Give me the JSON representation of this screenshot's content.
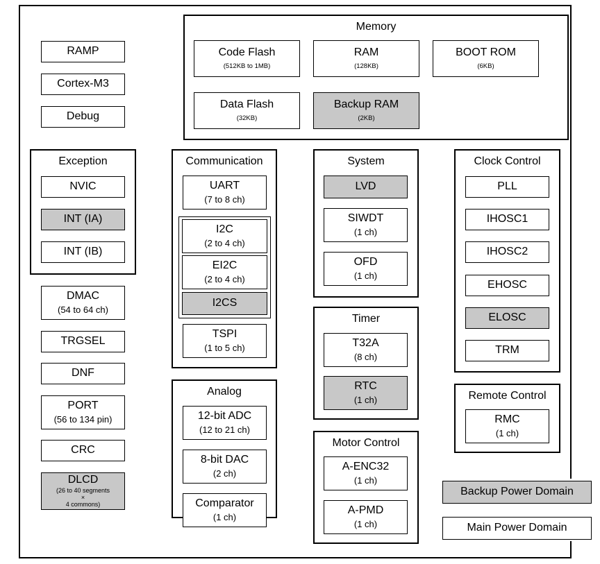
{
  "memory": {
    "title": "Memory",
    "code_flash": {
      "name": "Code Flash",
      "size": "(512KB to 1MB)"
    },
    "ram": {
      "name": "RAM",
      "size": "(128KB)"
    },
    "boot_rom": {
      "name": "BOOT ROM",
      "size": "(6KB)"
    },
    "data_flash": {
      "name": "Data Flash",
      "size": "(32KB)"
    },
    "backup_ram": {
      "name": "Backup RAM",
      "size": "(2KB)"
    }
  },
  "core": {
    "ramp": "RAMP",
    "cortex": "Cortex-M3",
    "debug": "Debug"
  },
  "exception": {
    "title": "Exception",
    "nvic": "NVIC",
    "int_ia": "INT (IA)",
    "int_ib": "INT (IB)"
  },
  "left_blocks": {
    "dmac": {
      "name": "DMAC",
      "detail": "(54 to 64 ch)"
    },
    "trgsel": "TRGSEL",
    "dnf": "DNF",
    "port": {
      "name": "PORT",
      "detail": "(56 to 134 pin)"
    },
    "crc": "CRC",
    "dlcd": {
      "name": "DLCD",
      "detail_1": "(26 to 40 segments",
      "detail_2": "×",
      "detail_3": "4 commons)"
    }
  },
  "communication": {
    "title": "Communication",
    "uart": {
      "name": "UART",
      "detail": "(7 to 8 ch)"
    },
    "i2c": {
      "name": "I2C",
      "detail": "(2 to 4 ch)"
    },
    "ei2c": {
      "name": "EI2C",
      "detail": "(2 to 4 ch)"
    },
    "i2cs": "I2CS",
    "tspi": {
      "name": "TSPI",
      "detail": "(1 to 5 ch)"
    }
  },
  "analog": {
    "title": "Analog",
    "adc": {
      "name": "12-bit ADC",
      "detail": "(12 to 21 ch)"
    },
    "dac": {
      "name": "8-bit DAC",
      "detail": "(2 ch)"
    },
    "comparator": {
      "name": "Comparator",
      "detail": "(1 ch)"
    }
  },
  "system": {
    "title": "System",
    "lvd": "LVD",
    "siwdt": {
      "name": "SIWDT",
      "detail": "(1 ch)"
    },
    "ofd": {
      "name": "OFD",
      "detail": "(1 ch)"
    }
  },
  "timer": {
    "title": "Timer",
    "t32a": {
      "name": "T32A",
      "detail": "(8 ch)"
    },
    "rtc": {
      "name": "RTC",
      "detail": "(1 ch)"
    }
  },
  "motor": {
    "title": "Motor Control",
    "aenc32": {
      "name": "A-ENC32",
      "detail": "(1 ch)"
    },
    "apmd": {
      "name": "A-PMD",
      "detail": "(1 ch)"
    }
  },
  "clock": {
    "title": "Clock Control",
    "pll": "PLL",
    "ihosc1": "IHOSC1",
    "ihosc2": "IHOSC2",
    "ehosc": "EHOSC",
    "elosc": "ELOSC",
    "trm": "TRM"
  },
  "remote": {
    "title": "Remote Control",
    "rmc": {
      "name": "RMC",
      "detail": "(1 ch)"
    }
  },
  "legend": {
    "backup": "Backup Power Domain",
    "main": "Main Power Domain"
  },
  "colors": {
    "backup_domain": "#c8c8c8",
    "main_domain": "#ffffff"
  }
}
